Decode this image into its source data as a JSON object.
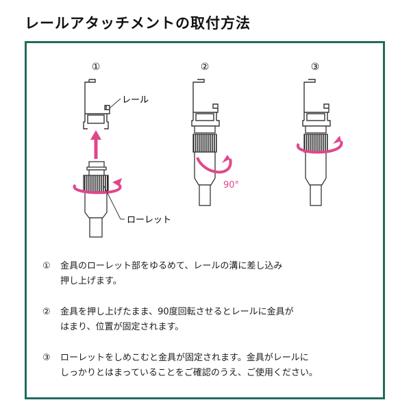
{
  "title": "レールアタッチメントの取付方法",
  "figure": {
    "step_numbers": [
      "①",
      "②",
      "③"
    ],
    "label_rail": "レール",
    "label_knurl": "ローレット",
    "label_angle": "90°"
  },
  "steps": [
    {
      "number": "①",
      "line1": "金具のローレット部をゆるめて、レールの溝に差し込み",
      "line2": "押し上げます。"
    },
    {
      "number": "②",
      "line1": "金具を押し上げたまま、90度回転させるとレールに金具が",
      "line2": "はまり、位置が固定されます。"
    },
    {
      "number": "③",
      "line1": "ローレットをしめこむと金具が固定されます。金具がレールに",
      "line2": "しっかりとはまっていることをご確認のうえ、ご使用ください。"
    }
  ],
  "colors": {
    "frame": "#1f6b5c",
    "arrow": "#e0478a",
    "line": "#333333"
  }
}
